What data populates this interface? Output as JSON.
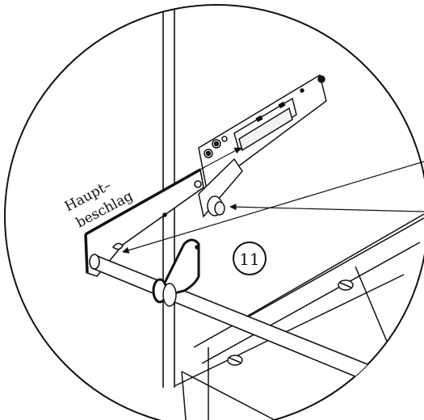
{
  "figure": {
    "callout_label": "Haupt–",
    "callout_label_line2": "beschlag",
    "step_number": "11",
    "icons": [
      "screw-icon",
      "arrow-icon"
    ],
    "colors": {
      "ink": "#111111",
      "paper": "#ffffff",
      "rail_light": "#f2f2f2"
    }
  }
}
